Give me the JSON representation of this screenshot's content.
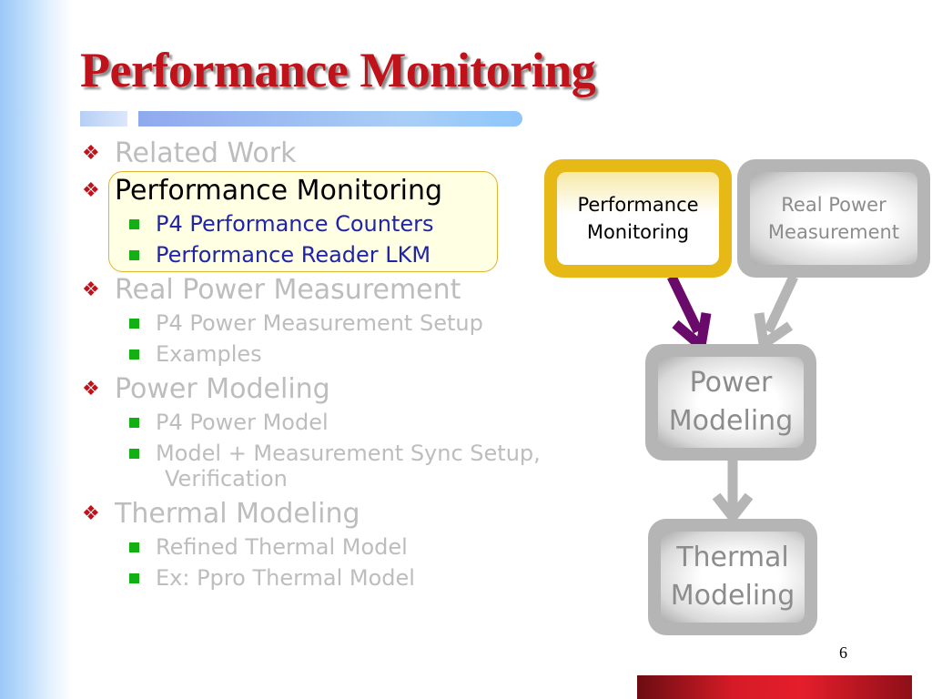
{
  "slide": {
    "title": "Performance Monitoring",
    "page_number": "6"
  },
  "outline": [
    {
      "text": "Related Work",
      "level": 1,
      "state": "dimmed"
    },
    {
      "text": "Performance Monitoring",
      "level": 1,
      "state": "active"
    },
    {
      "text": "P4 Performance Counters",
      "level": 2,
      "state": "active"
    },
    {
      "text": "Performance Reader LKM",
      "level": 2,
      "state": "active"
    },
    {
      "text": "Real Power Measurement",
      "level": 1,
      "state": "dimmed"
    },
    {
      "text": "P4 Power Measurement Setup",
      "level": 2,
      "state": "dimmed"
    },
    {
      "text": "Examples",
      "level": 2,
      "state": "dimmed"
    },
    {
      "text": "Power Modeling",
      "level": 1,
      "state": "dimmed"
    },
    {
      "text": "P4 Power Model",
      "level": 2,
      "state": "dimmed"
    },
    {
      "text": "Model + Measurement Sync Setup,",
      "level": 2,
      "state": "dimmed"
    },
    {
      "text": "Verification",
      "level": 2,
      "state": "dimmed",
      "continuation": true
    },
    {
      "text": "Thermal Modeling",
      "level": 1,
      "state": "dimmed"
    },
    {
      "text": "Refined Thermal Model",
      "level": 2,
      "state": "dimmed"
    },
    {
      "text": "Ex: Ppro Thermal Model",
      "level": 2,
      "state": "dimmed"
    }
  ],
  "diagram": {
    "performance_monitoring": {
      "line1": "Performance",
      "line2": "Monitoring",
      "state": "active"
    },
    "real_power_measurement": {
      "line1": "Real Power",
      "line2": "Measurement",
      "state": "dimmed"
    },
    "power_modeling": {
      "line1": "Power",
      "line2": "Modeling",
      "state": "dimmed"
    },
    "thermal_modeling": {
      "line1": "Thermal",
      "line2": "Modeling",
      "state": "dimmed"
    }
  },
  "colors": {
    "title": "#c0121a",
    "active_text": "#000000",
    "active_subtext": "#1f24a8",
    "dimmed_text": "#bdbdbd",
    "active_box": "#e7b917",
    "dimmed_box": "#b5b5b5",
    "active_arrow": "#6a0b6c",
    "dimmed_arrow": "#b5b5b5",
    "level1_bullet": "#c0121a",
    "level2_bullet": "#12b012"
  }
}
